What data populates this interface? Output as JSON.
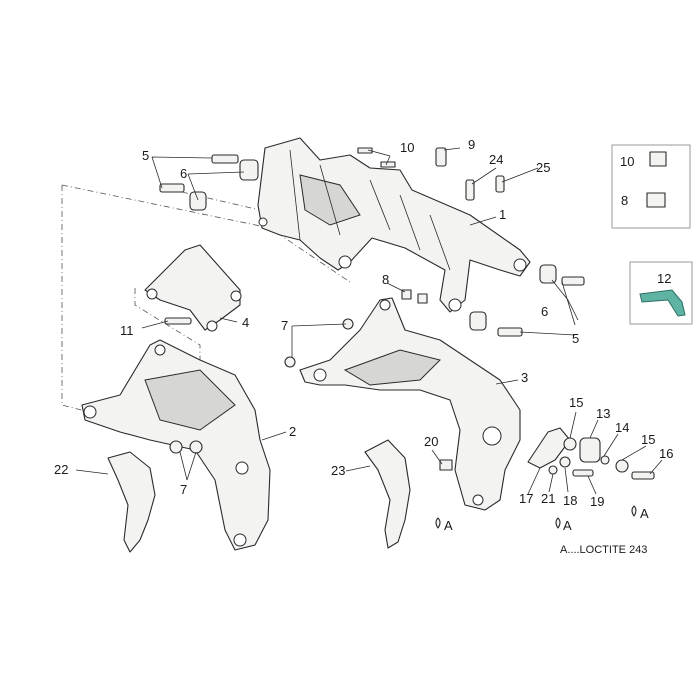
{
  "callouts": {
    "c1": "1",
    "c2": "2",
    "c3": "3",
    "c4": "4",
    "c5a": "5",
    "c5b": "5",
    "c6a": "6",
    "c6b": "6",
    "c7a": "7",
    "c7b": "7",
    "c8a": "8",
    "c8b": "8",
    "c9": "9",
    "c10a": "10",
    "c10b": "10",
    "c11": "11",
    "c12": "12",
    "c13": "13",
    "c14": "14",
    "c15a": "15",
    "c15b": "15",
    "c16": "16",
    "c17": "17",
    "c18": "18",
    "c19": "19",
    "c20": "20",
    "c21": "21",
    "c22": "22",
    "c23": "23",
    "c24": "24",
    "c25": "25"
  },
  "markers": {
    "a1": "A",
    "a2": "A",
    "a3": "A"
  },
  "legend": {
    "text": "A....LOCTITE 243"
  },
  "colors": {
    "highlight_part": "#5fb3a3"
  }
}
